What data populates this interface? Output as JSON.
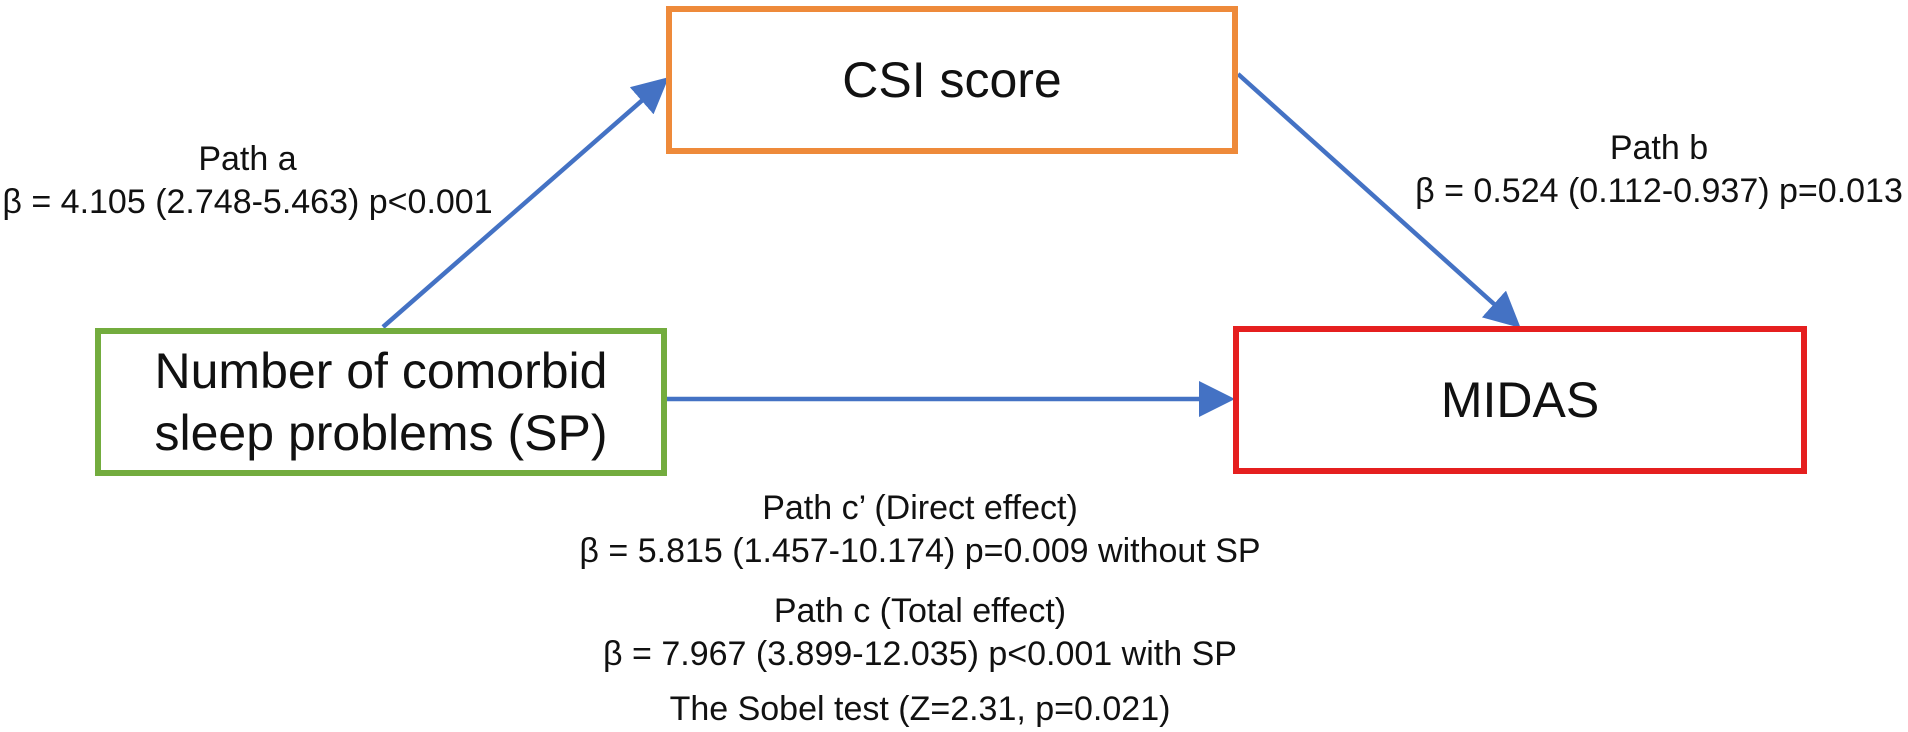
{
  "colors": {
    "arrow": "#4472c4",
    "csi_border": "#ee8a3a",
    "sp_border": "#73ac3e",
    "midas_border": "#e51f1f"
  },
  "nodes": {
    "csi": {
      "label": "CSI score"
    },
    "sp": {
      "line1": "Number of comorbid",
      "line2": "sleep problems (SP)"
    },
    "midas": {
      "label": "MIDAS"
    }
  },
  "paths": {
    "a": {
      "title": "Path a",
      "stats": "β = 4.105 (2.748-5.463) p<0.001"
    },
    "b": {
      "title": "Path b",
      "stats": "β = 0.524 (0.112-0.937) p=0.013"
    },
    "c_prime": {
      "title": "Path c’ (Direct effect)",
      "stats": "β = 5.815 (1.457-10.174) p=0.009 without SP"
    },
    "c": {
      "title": "Path c (Total effect)",
      "stats": "β = 7.967 (3.899-12.035) p<0.001 with SP"
    }
  },
  "sobel": "The Sobel test (Z=2.31, p=0.021)"
}
